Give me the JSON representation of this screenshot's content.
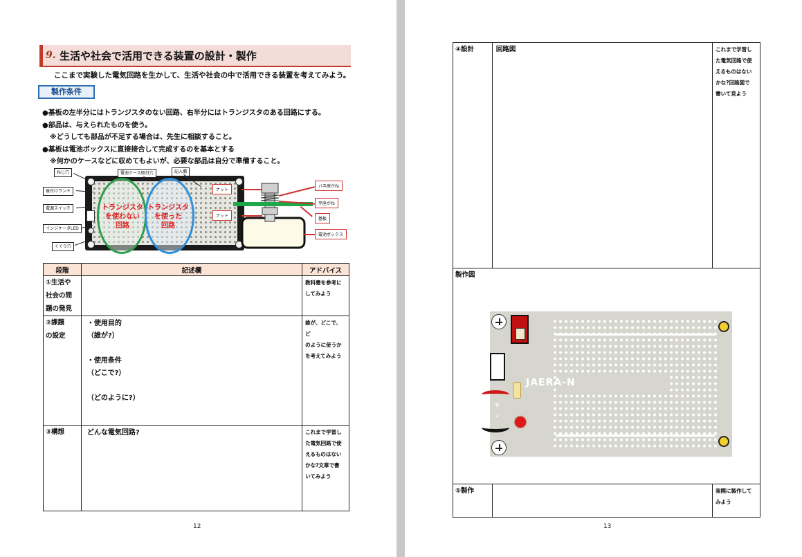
{
  "left_page": {
    "section_number": "9.",
    "section_title": "生活や社会で活用できる装置の設計・製作",
    "intro": "ここまで実験した電気回路を生かして、生活や社会の中で活用できる装置を考えてみよう。",
    "conditions_label": "製作条件",
    "conditions": [
      "●基板の左半分にはトランジスタのない回路、右半分にはトランジスタのある回路にする。",
      "●部品は、与えられたものを使う。",
      "※どうしても部品が不足する場合は、先生に相談すること。",
      "●基板は電池ボックスに直接接合して完成するのを基本とする",
      "※何かのケースなどに収めてもよいが、必要な部品は自分で準備すること。"
    ],
    "board_callouts": {
      "screw_hole": "ねじ穴",
      "battery_case_hole": "電池ケース取付穴",
      "write_area": "記入欄",
      "mount_land": "後付けランド",
      "power_switch": "電源スイッチ",
      "indicator_led": "インジケータLED",
      "pass_hole": "くぐり穴"
    },
    "oval_left": "トランジスタを使わない回路",
    "oval_left_lines": [
      "トランジスタ",
      "を使わない",
      "回路"
    ],
    "oval_right_lines": [
      "トランジスタ",
      "を使った",
      "回路"
    ],
    "mount_callouts": {
      "nut_top": "ナット",
      "nut_bottom": "ナット",
      "spring_washer": "バネ座がね",
      "flat_washer": "平座がね",
      "board": "基板",
      "battery_box": "電池ボックス"
    },
    "table": {
      "headers": [
        "段階",
        "記述欄",
        "アドバイス"
      ],
      "rows": [
        {
          "stage_lines": [
            "①生活や",
            "社会の問",
            "題の発見"
          ],
          "content_lines": [],
          "advice_lines": [
            "教科書を参考に",
            "してみよう"
          ]
        },
        {
          "stage_lines": [
            "②課題",
            "の設定"
          ],
          "content_lines": [
            "・使用目的",
            "（誰が?）",
            "",
            "・使用条件",
            "（どこで?）",
            "",
            "（どのように?）"
          ],
          "advice_lines": [
            "誰が、どこで、ど",
            "のように使うか",
            "を考えてみよう"
          ]
        },
        {
          "stage_lines": [
            "③構想"
          ],
          "content_lines": [
            "どんな電気回路?"
          ],
          "advice_lines": [
            "これまで学習し",
            "た電気回路で使",
            "えるものはない",
            "かな?文章で書",
            "いてみよう"
          ]
        }
      ]
    },
    "page_number": "12"
  },
  "right_page": {
    "design": {
      "stage": "④設計",
      "label": "回路図",
      "advice_lines": [
        "これまで学習し",
        "た電気回路で使",
        "えるものはない",
        "かな?回路図で",
        "書いて見よう"
      ]
    },
    "production_drawing": {
      "label": "製作図",
      "board_brand": "JAERA-N",
      "plus": "+",
      "minus": "-"
    },
    "production": {
      "stage": "⑤製作",
      "advice_lines": [
        "実際に製作して",
        "みよう"
      ]
    },
    "page_number": "13"
  },
  "colors": {
    "section_accent": "#c0392b",
    "section_bg": "#f4dcd8",
    "conditions_border": "#2b6cb0",
    "table_header_bg": "#fbe3d6",
    "oval_green": "#2e9e4a",
    "oval_blue": "#2f8fd8",
    "oval_text": "#e02020",
    "callout_red": "#d03030"
  }
}
